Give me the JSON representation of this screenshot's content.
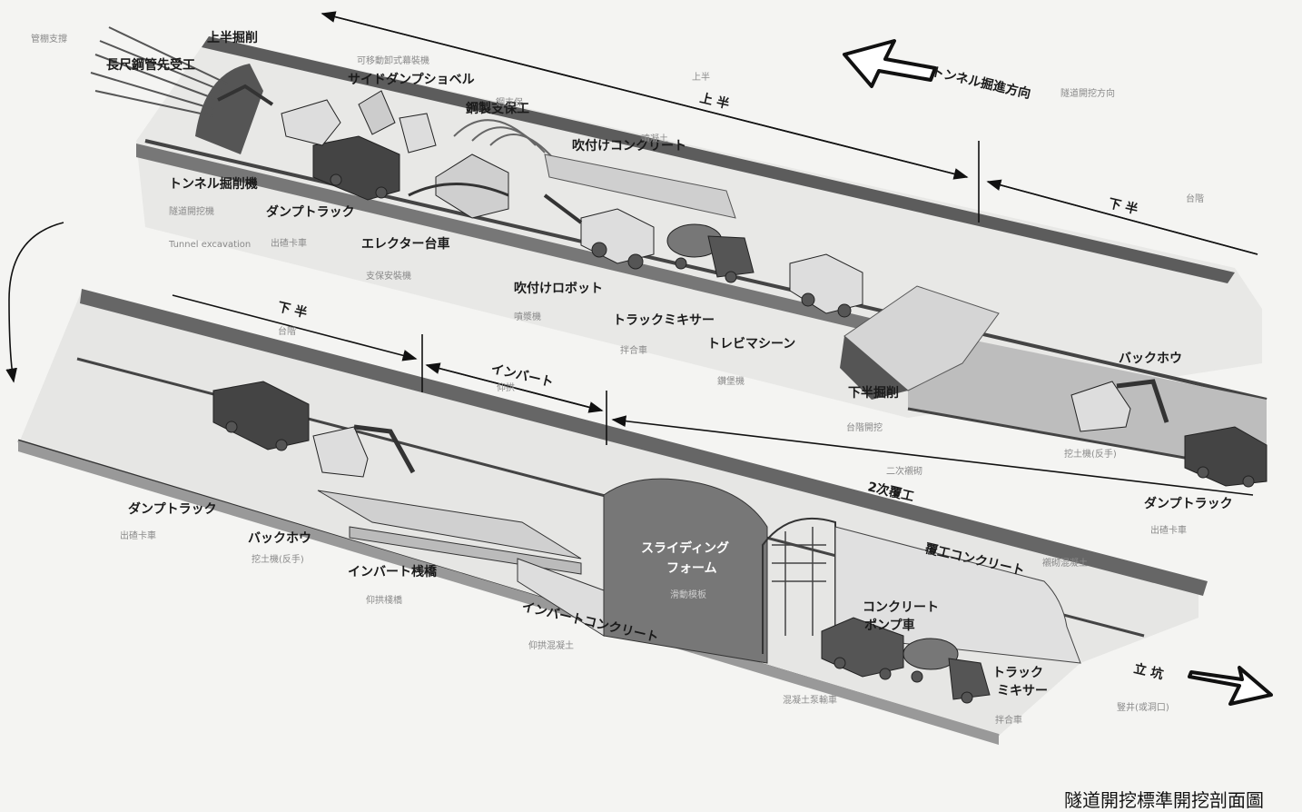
{
  "header": {
    "direction_label": "トンネル掘進方向",
    "tatekou_label": "立 坑"
  },
  "labels": {
    "kamihan_kussaku": "上半掘削",
    "chousha_koukan": "長尺鋼管先受工",
    "side_dump": "サイドダンプショベル",
    "kousei_shihoko": "鋼製支保工",
    "fukitsuke_concrete": "吹付けコンクリート",
    "tunnel_kussakuki": "トンネル掘削機",
    "dump_truck_top": "ダンプトラック",
    "erector": "エレクター台車",
    "fukitsuke_robot": "吹付けロボット",
    "truck_mixer_top": "トラックミキサー",
    "torebi": "トレビマシーン",
    "kahan_kussaku": "下半掘削",
    "backhoe_right": "バックホウ",
    "dump_truck_right": "ダンプトラック",
    "dump_truck_left": "ダンプトラック",
    "backhoe_left": "バックホウ",
    "invert_sankyou": "インバート桟橋",
    "invert_concrete": "インバートコンクリート",
    "sliding_form_1": "スライディング",
    "sliding_form_2": "フォーム",
    "hukukou_concrete": "覆工コンクリート",
    "concrete_pump_1": "コンクリート",
    "concrete_pump_2": "ポンプ車",
    "truck_mixer_bottom_1": "トラック",
    "truck_mixer_bottom_2": "ミキサー",
    "jouhan": "上 半",
    "kahan_top": "下 半",
    "kahan_bottom": "下 半",
    "invert": "インバート",
    "niji_hukukou": "2次覆工"
  },
  "faint_labels": {
    "kanbou": "管棚支撐",
    "kadou_kaimen": "可移動卸式幕裝機",
    "jouhan_small": "上半",
    "koushihou": "鋼支保",
    "zuidou": "隧道開挖方向",
    "fuyou": "噴凝土",
    "taikai": "台階",
    "kaisaku_ki": "隧道開挖機",
    "excavation_en": "Tunnel excavation",
    "dump_zh": "出碴卡車",
    "erector_zh": "支保安裝機",
    "fuyou_ki": "噴漿機",
    "mixer_zh": "拌合車",
    "torebi_zh": "鑽堡機",
    "kahan_zh": "台階開挖",
    "backhoe_zh": "挖土機(反手)",
    "dump_right_zh": "出碴卡車",
    "taikai_left": "台階",
    "invert_zh": "仰拱",
    "niji_zh": "二次襯砌",
    "dump_left_zh": "出碴卡車",
    "backhoe_left_zh": "挖土機(反手)",
    "sankyou_zh": "仰拱棧橋",
    "sliding_zh": "滑動模板",
    "hukukou_zh": "襯砌混凝土",
    "invert_conc_zh": "仰拱混凝土",
    "pump_zh": "混凝土泵輸車",
    "mixer_bottom_zh": "拌合車",
    "tatekou_zh": "豎井(或洞口)"
  },
  "caption": "隧道開挖標準開挖剖面圖"
}
